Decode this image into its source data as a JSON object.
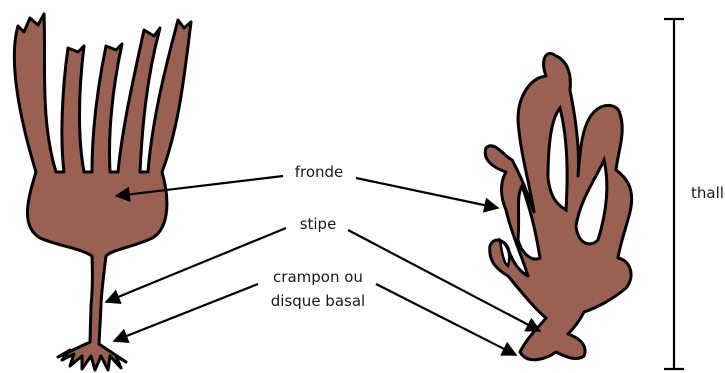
{
  "labels": {
    "fronde": "fronde",
    "stipe": "stipe",
    "crampon_line1": "crampon ou",
    "crampon_line2": "disque basal",
    "thalle": "thalle"
  },
  "colors": {
    "alga_fill": "#9a6153",
    "outline": "#000000",
    "text": "#1a1a1a"
  }
}
